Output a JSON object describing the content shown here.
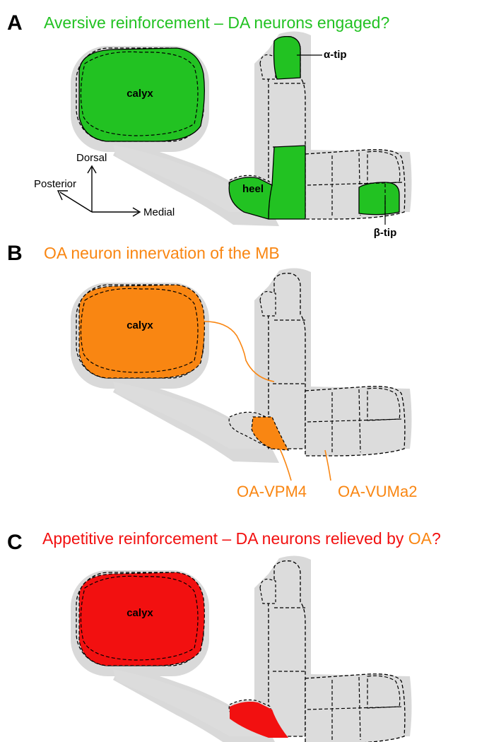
{
  "colors": {
    "green": "#22c222",
    "orange": "#f98612",
    "red": "#f21010",
    "gray": "#e0e0e0"
  },
  "panels": [
    {
      "letter": "A",
      "title": "Aversive reinforcement – DA neurons engaged?",
      "title_color": "#22c222",
      "labels": {
        "calyx": "calyx",
        "heel": "heel",
        "alpha_tip": "α-tip",
        "beta_tip": "β-tip"
      },
      "axes": {
        "dorsal": "Dorsal",
        "posterior": "Posterior",
        "medial": "Medial"
      }
    },
    {
      "letter": "B",
      "title": "OA neuron innervation of the MB",
      "title_color": "#f98612",
      "labels": {
        "calyx": "calyx",
        "vpm4": "OA-VPM4",
        "vuma2": "OA-VUMa2"
      }
    },
    {
      "letter": "C",
      "title_part1": "Appetitive reinforcement – DA neurons relieved by ",
      "title_part2": "OA",
      "title_part3": "?",
      "title_color": "#f21010",
      "labels": {
        "calyx": "calyx"
      }
    }
  ]
}
